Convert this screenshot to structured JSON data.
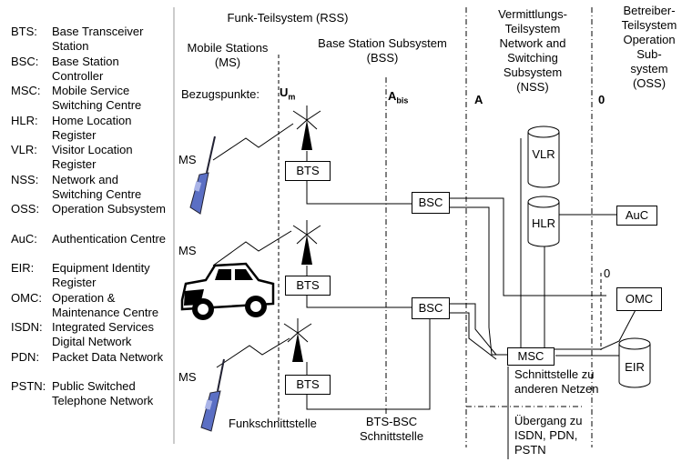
{
  "legend": [
    {
      "abbr": "BTS:",
      "desc": "Base Transceiver Station"
    },
    {
      "abbr": "BSC:",
      "desc": "Base Station Controller"
    },
    {
      "abbr": "MSC:",
      "desc": "Mobile Service Switching Centre"
    },
    {
      "abbr": "HLR:",
      "desc": "Home Location Register"
    },
    {
      "abbr": "VLR:",
      "desc": "Visitor Location Register"
    },
    {
      "abbr": "NSS:",
      "desc": "Network and Switching Centre"
    },
    {
      "abbr": "OSS:",
      "desc": "Operation Subsystem"
    },
    {
      "abbr": "AuC:",
      "desc": "Authentication Centre"
    },
    {
      "abbr": "EIR:",
      "desc": "Equipment Identity Register"
    },
    {
      "abbr": "OMC:",
      "desc": "Operation & Maintenance Centre"
    },
    {
      "abbr": "ISDN:",
      "desc": "Integrated Services Digital Network"
    },
    {
      "abbr": "PDN:",
      "desc": "Packet Data Network"
    },
    {
      "abbr": "PSTN:",
      "desc": "Public Switched Telephone Network"
    }
  ],
  "headers": {
    "rss": "Funk-Teilsystem (RSS)",
    "ms": "Mobile Stations\n(MS)",
    "bss": "Base Station Subsystem\n(BSS)",
    "nss": "Vermittlungs-\nTeilsystem\nNetwork and\nSwitching\nSubsystem\n(NSS)",
    "oss": "Betreiber-\nTeilsystem\nOperation\nSub-\nsystem\n(OSS)"
  },
  "reference_points": {
    "label": "Bezugspunkte:",
    "um": "U",
    "um_sub": "m",
    "abis": "A",
    "abis_sub": "bis",
    "a": "A",
    "o": "0",
    "o2": "0"
  },
  "nodes": {
    "bts": "BTS",
    "bsc": "BSC",
    "msc": "MSC",
    "vlr": "VLR",
    "hlr": "HLR",
    "auc": "AuC",
    "omc": "OMC",
    "eir": "EIR"
  },
  "ms_labels": [
    "MS",
    "MS",
    "MS"
  ],
  "captions": {
    "funk": "Funkschnittstelle",
    "bts_bsc": "BTS-BSC\nSchnittstelle",
    "other_nets": "Schnittstelle zu\nanderen Netzen",
    "gateway": "Übergang zu\nISDN, PDN,\nPSTN"
  }
}
